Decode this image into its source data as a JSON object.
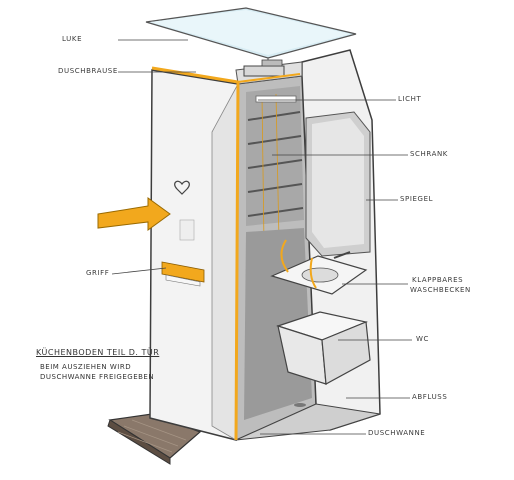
{
  "labels": {
    "luke": "LUKE",
    "duschbrause": "DUSCHBRAUSE",
    "licht": "LICHT",
    "schrank": "SCHRANK",
    "spiegel": "SPIEGEL",
    "griff": "GRIFF",
    "waschbecken_1": "KLAPPBARES",
    "waschbecken_2": "WASCHBECKEN",
    "wc": "WC",
    "abfluss": "ABFLUSS",
    "duschwanne": "DUSCHWANNE"
  },
  "note": {
    "line1": "KÜCHENBODEN TEIL D. TÜR",
    "line2": "BEIM AUSZIEHEN WIRD",
    "line3": "DUSCHWANNE FREIGEGEBEN"
  },
  "colors": {
    "accent": "#F2A81D",
    "outline": "#3d3d3d",
    "panel": "#f4f4f4",
    "glass": "#cde6ef",
    "floor": "#7a6a5c"
  }
}
